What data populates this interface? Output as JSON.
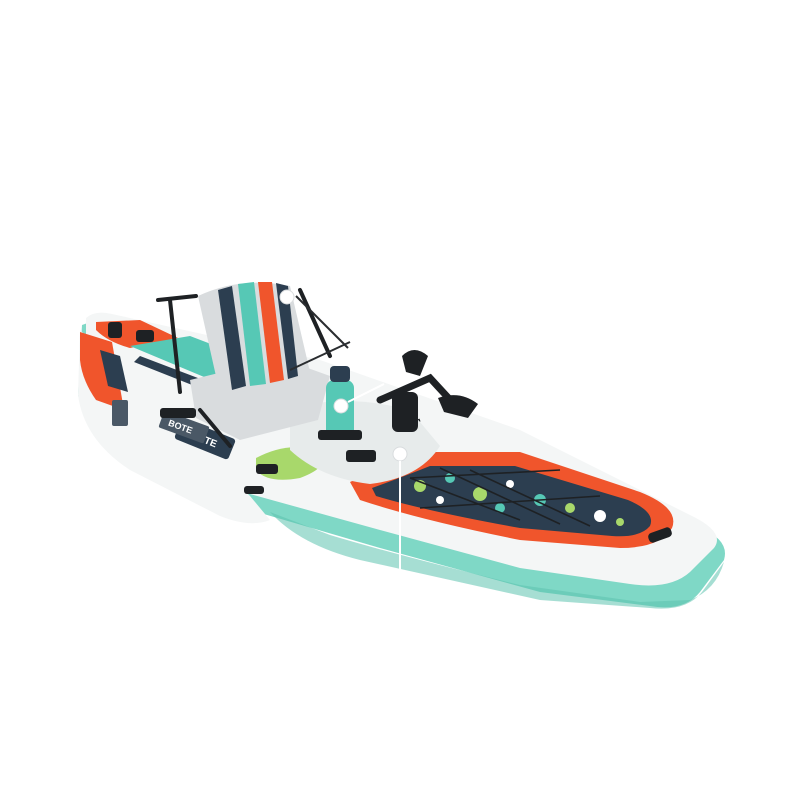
{
  "image": {
    "subject": "",
    "background_color": "#ffffff"
  },
  "board": {
    "brand_deck_text": "BOTE",
    "brand_side_text": "BOTE",
    "side_panel_text": "BOTE",
    "colors": {
      "hull_white": "#f4f6f6",
      "rail_seafoam": "#7fd8c6",
      "rail_seafoam_dark": "#5cc2ae",
      "accent_orange": "#f0552c",
      "navy": "#2c3e50",
      "slate": "#4a5866",
      "teal_stripe": "#56c8b5",
      "pad_pattern_green": "#a8d86b",
      "seat_gray": "#d9dcde",
      "hardware_black": "#1e2124"
    }
  },
  "callouts": [
    {
      "id": "seat"
    },
    {
      "id": "bottle"
    },
    {
      "id": "deck"
    }
  ]
}
